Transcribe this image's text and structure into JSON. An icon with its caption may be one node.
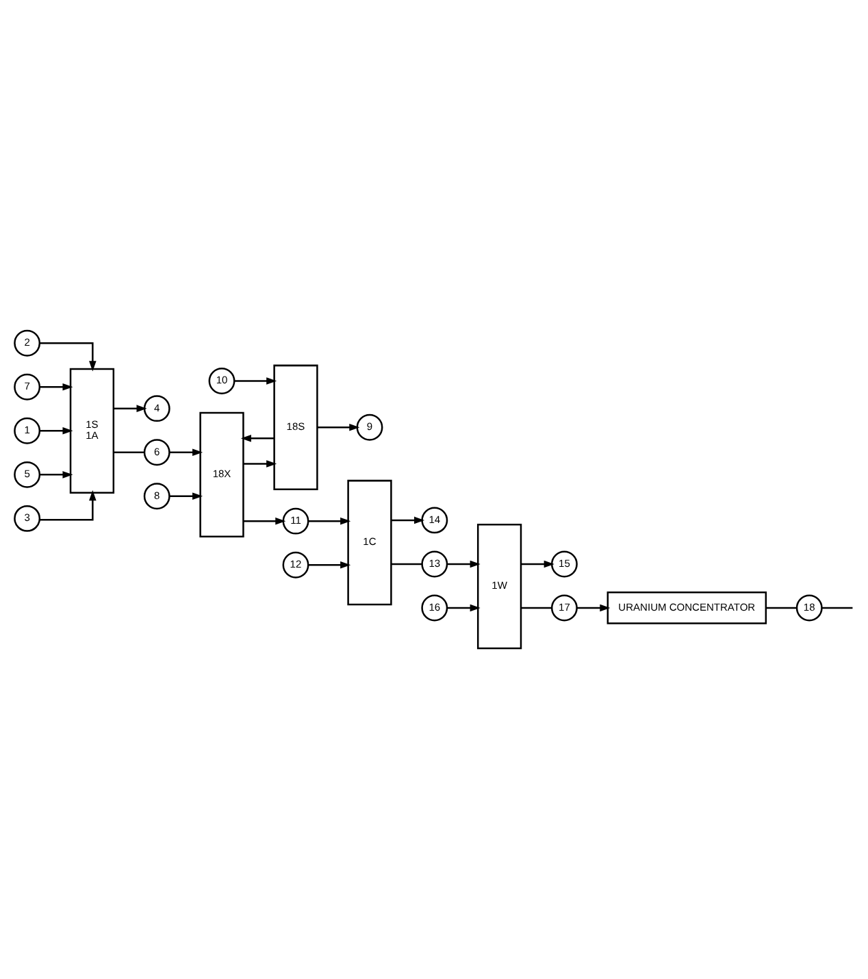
{
  "diagram": {
    "nodes": [
      {
        "text": [
          "2"
        ]
      },
      {
        "text": [
          "1S",
          "1A"
        ]
      },
      {
        "text": [
          "7"
        ]
      },
      {
        "text": [
          "1"
        ]
      },
      {
        "text": [
          "5"
        ]
      },
      {
        "text": [
          "3"
        ]
      },
      {
        "text": [
          "4"
        ]
      },
      {
        "text": [
          "6"
        ]
      },
      {
        "text": [
          "8"
        ]
      },
      {
        "text": [
          "18X"
        ]
      },
      {
        "text": [
          "18S"
        ]
      },
      {
        "text": [
          "10"
        ]
      },
      {
        "text": [
          "9"
        ]
      },
      {
        "text": [
          "11"
        ]
      },
      {
        "text": [
          "12"
        ]
      },
      {
        "text": [
          "1C"
        ]
      },
      {
        "text": [
          "14"
        ]
      },
      {
        "text": [
          "1W"
        ]
      },
      {
        "text": [
          "15"
        ]
      },
      {
        "text": [
          "13"
        ]
      },
      {
        "text": [
          "16"
        ]
      },
      {
        "text": [
          "17"
        ]
      },
      {
        "text": [
          "URANIUM CONCENTRATOR"
        ]
      },
      {
        "text": [
          "18"
        ]
      }
    ],
    "edges": [
      {
        "from": 0,
        "to": 1,
        "arrow": "to"
      },
      {
        "from": 2,
        "to": 1,
        "arrow": "to"
      },
      {
        "from": 3,
        "to": 1,
        "arrow": "to"
      },
      {
        "from": 4,
        "to": 1,
        "arrow": "to"
      },
      {
        "from": 5,
        "to": 1,
        "arrow": "to"
      },
      {
        "from": 1,
        "to": 6,
        "arrow": "to"
      },
      {
        "from": 1,
        "to": 7,
        "arrow": "none"
      },
      {
        "from": 7,
        "to": 9,
        "arrow": "to"
      },
      {
        "from": 8,
        "to": 9,
        "arrow": "to"
      },
      {
        "from": 9,
        "to": 13,
        "arrow": "to"
      },
      {
        "from": 9,
        "to": 10,
        "arrow": "to"
      },
      {
        "from": 10,
        "to": 9,
        "arrow": "to"
      },
      {
        "from": 11,
        "to": 10,
        "arrow": "to"
      },
      {
        "from": 10,
        "to": 12,
        "arrow": "to"
      },
      {
        "from": 13,
        "to": 15,
        "arrow": "to"
      },
      {
        "from": 14,
        "to": 15,
        "arrow": "to"
      },
      {
        "from": 15,
        "to": 16,
        "arrow": "to"
      },
      {
        "from": 15,
        "to": 19,
        "arrow": "none"
      },
      {
        "from": 19,
        "to": 17,
        "arrow": "to"
      },
      {
        "from": 17,
        "to": 18,
        "arrow": "to"
      },
      {
        "from": 20,
        "to": 17,
        "arrow": "to"
      },
      {
        "from": 17,
        "to": 21,
        "arrow": "none"
      },
      {
        "from": 21,
        "to": 22,
        "arrow": "to"
      },
      {
        "from": 22,
        "to": 23,
        "arrow": "none"
      },
      {
        "from": 23,
        "to": null,
        "arrow": "none"
      }
    ]
  }
}
